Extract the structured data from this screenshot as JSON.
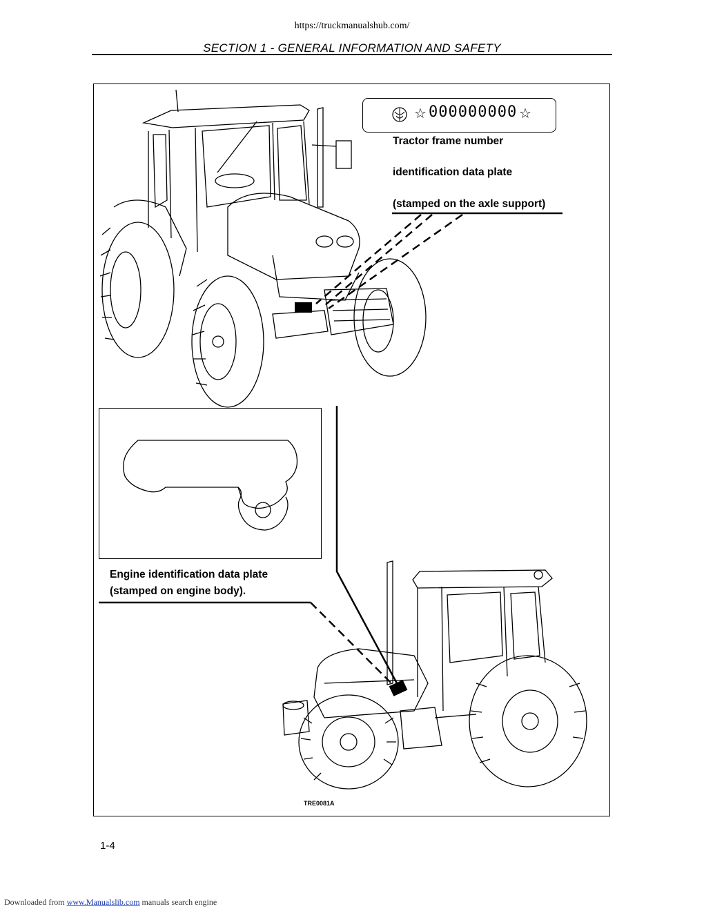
{
  "header": {
    "url": "https://truckmanualshub.com/",
    "section_title": "SECTION 1  - GENERAL INFORMATION AND SAFETY"
  },
  "plate": {
    "number": "000000000",
    "star_left": "☆",
    "star_right": "☆",
    "logo_icon": "leaf-logo-icon"
  },
  "labels": {
    "frame_line1": "Tractor frame number",
    "frame_line2": "identification  data plate",
    "frame_line3": "(stamped on the axle support)",
    "engine_line1": "Engine identification data plate",
    "engine_line2": "(stamped on engine body)."
  },
  "figure_code": "TRE0081A",
  "page_number": "1-4",
  "footer": {
    "prefix": "Downloaded from ",
    "link": "www.Manualslib.com",
    "suffix": "  manuals search engine"
  }
}
